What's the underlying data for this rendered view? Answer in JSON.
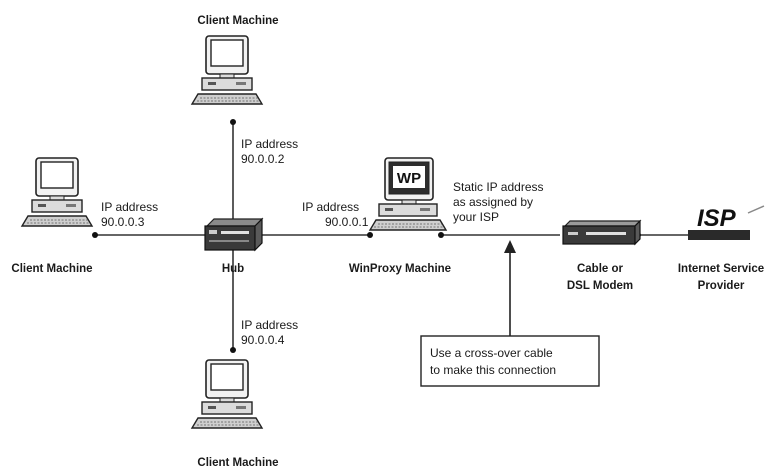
{
  "nodes": {
    "client_top": {
      "label": "Client Machine",
      "ip_label": "IP address",
      "ip": "90.0.0.2"
    },
    "client_left": {
      "label": "Client Machine",
      "ip_label": "IP address",
      "ip": "90.0.0.3"
    },
    "client_bottom": {
      "label": "Client Machine",
      "ip_label": "IP address",
      "ip": "90.0.0.4"
    },
    "hub": {
      "label": "Hub"
    },
    "winproxy": {
      "label": "WinProxy Machine",
      "screen_text": "WP",
      "ip_label": "IP address",
      "ip": "90.0.0.1",
      "static_ip_lines": [
        "Static IP address",
        "as assigned by",
        "your ISP"
      ]
    },
    "modem": {
      "label_lines": [
        "Cable or",
        "DSL Modem"
      ]
    },
    "isp": {
      "logo": "ISP",
      "label_lines": [
        "Internet Service",
        "Provider"
      ]
    }
  },
  "callout": {
    "lines": [
      "Use a cross-over cable",
      "to make this connection"
    ]
  },
  "colors": {
    "line": "#333333",
    "device_dark": "#3a3a3a",
    "device_light": "#e6e6e6"
  }
}
